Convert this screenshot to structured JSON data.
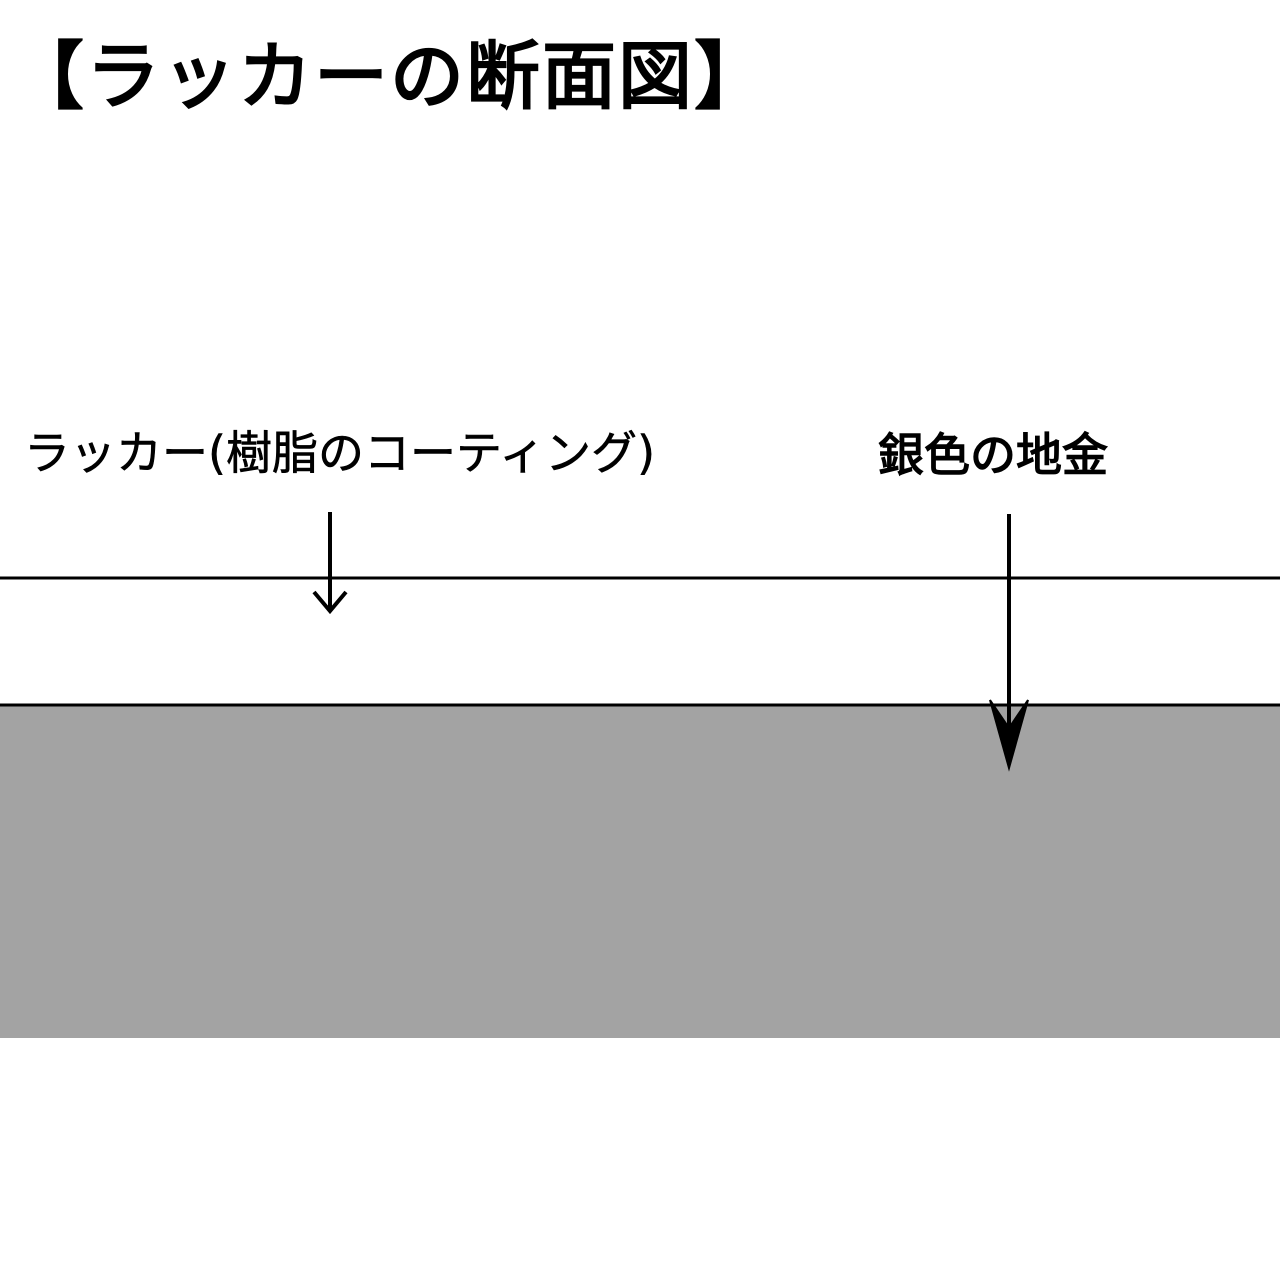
{
  "title": "【ラッカーの断面図】",
  "labels": {
    "lacquer": "ラッカー(樹脂のコーティング)",
    "silver_base": "銀色の地金"
  },
  "colors": {
    "background": "#ffffff",
    "line": "#000000",
    "metal_layer": "#a3a3a3"
  }
}
